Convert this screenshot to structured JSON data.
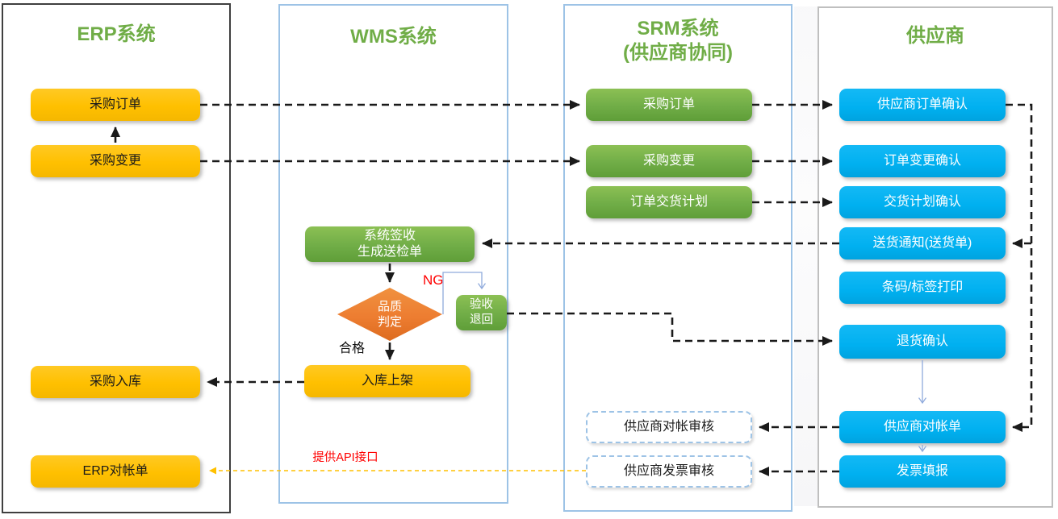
{
  "lanes": [
    {
      "title": "ERP系统",
      "nodes": [
        {
          "label": "采购订单"
        },
        {
          "label": "采购变更"
        },
        {
          "label": "采购入库"
        },
        {
          "label": "ERP对帐单"
        }
      ]
    },
    {
      "title": "WMS系统",
      "nodes": [
        {
          "label": "系统签收\n生成送检单"
        },
        {
          "label": "品质\n判定"
        },
        {
          "label": "验收\n退回"
        },
        {
          "label": "入库上架"
        }
      ]
    },
    {
      "title": "SRM系统\n(供应商协同)",
      "nodes": [
        {
          "label": "采购订单"
        },
        {
          "label": "采购变更"
        },
        {
          "label": "订单交货计划"
        },
        {
          "label": "供应商对帐审核"
        },
        {
          "label": "供应商发票审核"
        }
      ]
    },
    {
      "title": "供应商",
      "nodes": [
        {
          "label": "供应商订单确认"
        },
        {
          "label": "订单变更确认"
        },
        {
          "label": "交货计划确认"
        },
        {
          "label": "送货通知(送货单)"
        },
        {
          "label": "条码/标签打印"
        },
        {
          "label": "退货确认"
        },
        {
          "label": "供应商对帐单"
        },
        {
          "label": "发票填报"
        }
      ]
    }
  ],
  "edge_labels": {
    "ng": "NG",
    "pass": "合格",
    "api": "提供API接口"
  },
  "colors": {
    "process_yellow": "#FFC000",
    "process_green": "#70AD47",
    "process_blue": "#00B0F0",
    "decision_orange": "#ED7D31",
    "title_green": "#70AD47",
    "lane_border_dark": "#3F3F3F",
    "lane_border_blue": "#9DC3E6",
    "lane_border_gray": "#BFBFBF",
    "edge_black": "#1A1A1A",
    "edge_yellow": "#FFC000",
    "edge_blue_thin": "#8FAADC",
    "label_red": "#FF0000"
  }
}
